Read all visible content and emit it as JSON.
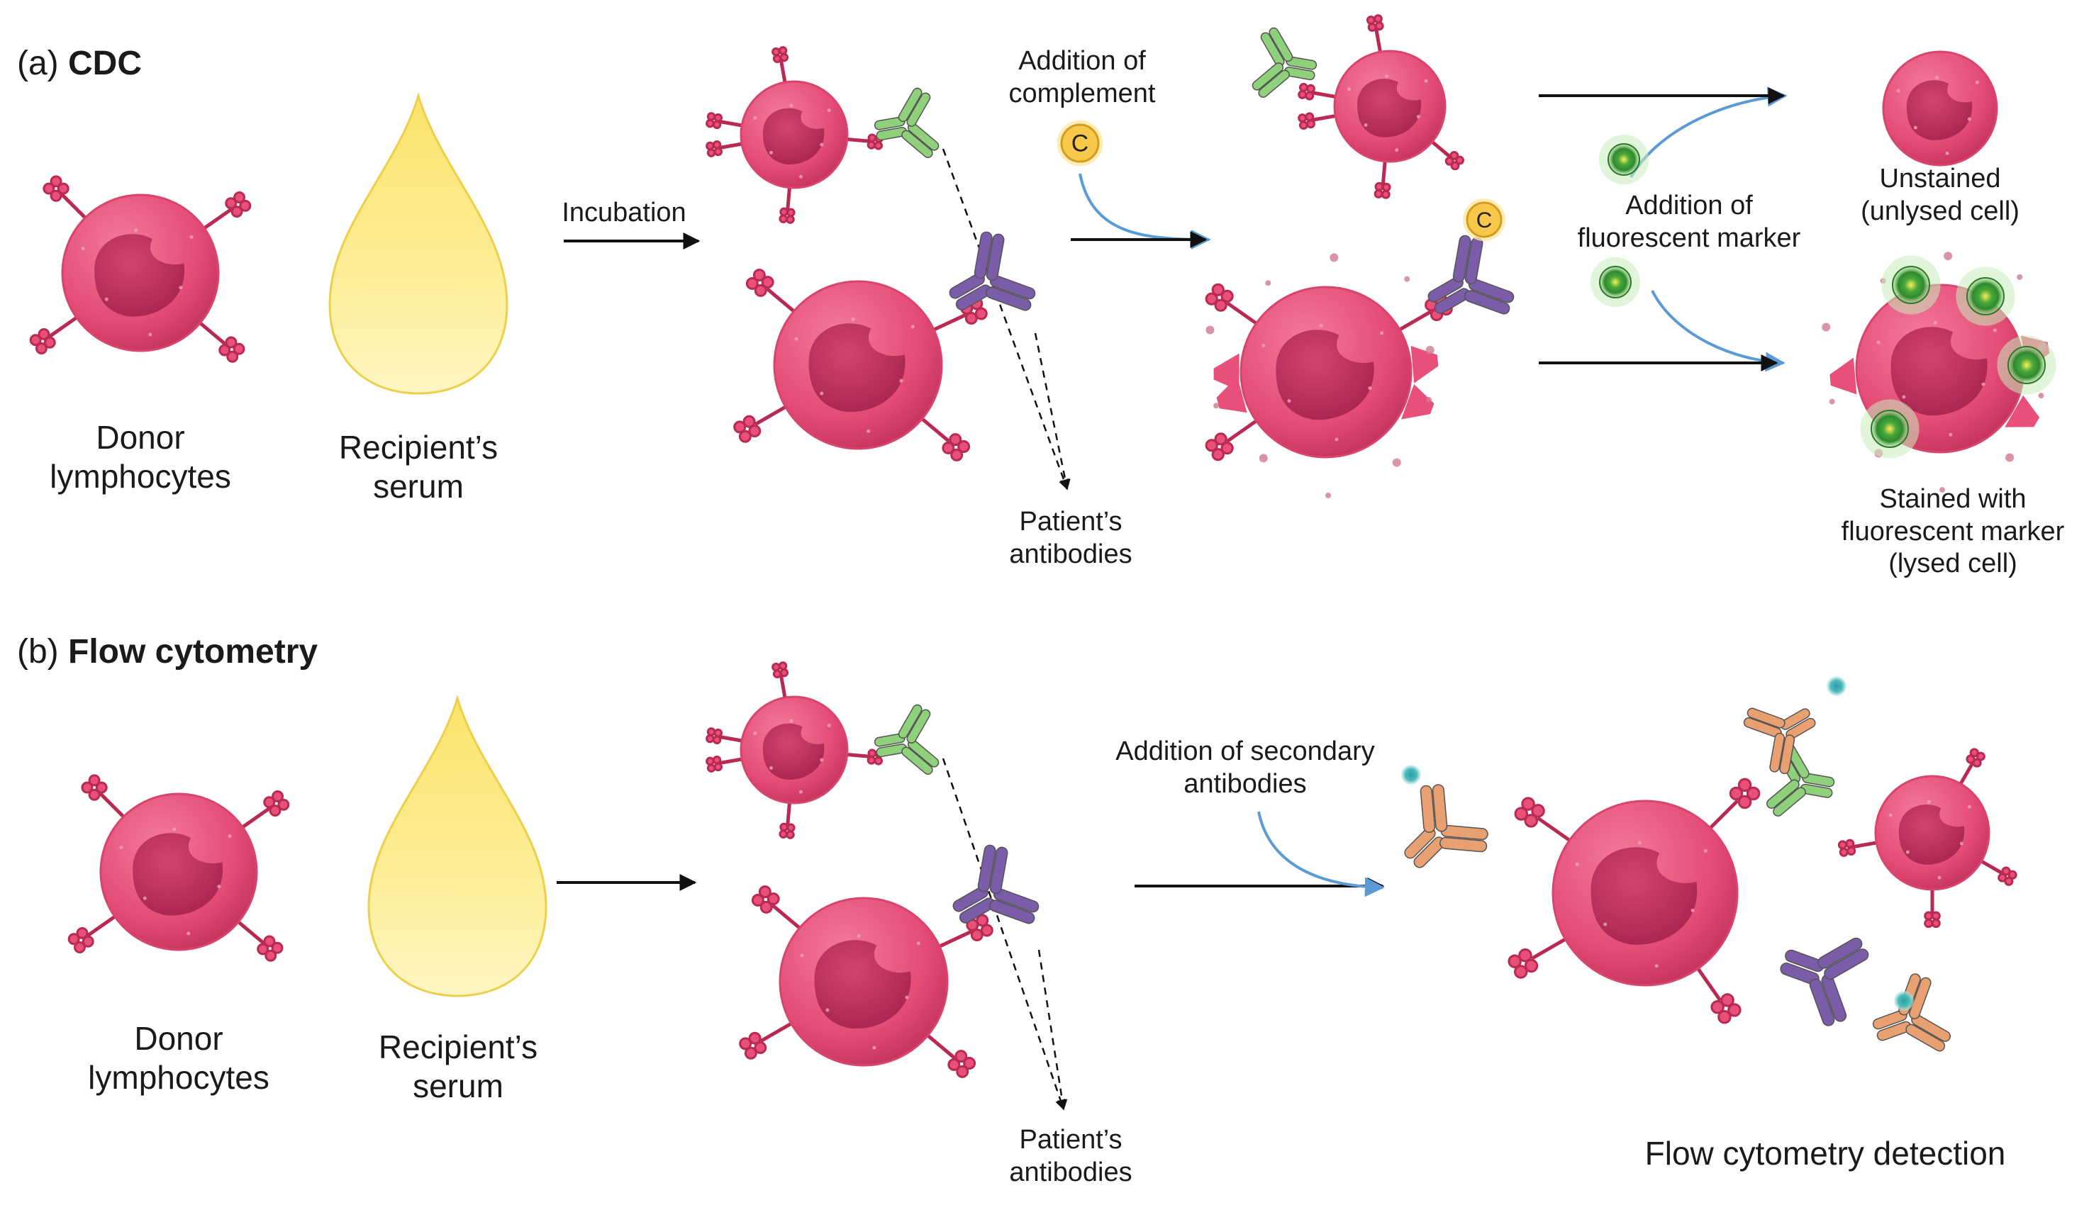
{
  "panel_a": {
    "prefix": "(a)",
    "title": "CDC",
    "donor_label": [
      "Donor",
      "lymphocytes"
    ],
    "serum_label": [
      "Recipient’s",
      "serum"
    ],
    "incubation_label": "Incubation",
    "complement_label": [
      "Addition of",
      "complement"
    ],
    "complement_symbol": "C",
    "antibodies_label": [
      "Patient’s",
      "antibodies"
    ],
    "marker_label": [
      "Addition of",
      "fluorescent marker"
    ],
    "unstained_label": [
      "Unstained",
      "(unlysed cell)"
    ],
    "stained_label": [
      "Stained with",
      "fluorescent marker",
      "(lysed cell)"
    ]
  },
  "panel_b": {
    "prefix": "(b)",
    "title": "Flow cytometry",
    "donor_label": [
      "Donor",
      "lymphocytes"
    ],
    "serum_label": [
      "Recipient’s",
      "serum"
    ],
    "secondary_label": [
      "Addition of secondary",
      "antibodies"
    ],
    "antibodies_label": [
      "Patient’s",
      "antibodies"
    ],
    "detection_label": "Flow cytometry detection"
  },
  "colors": {
    "cell": "#e8507a",
    "cell_dark": "#b82a52",
    "nucleus": "#c23560",
    "serum": "#fce86a",
    "antibody_green": "#8fd17a",
    "antibody_purple": "#7a5ca8",
    "antibody_orange": "#e8a070",
    "complement": "#f7c84a",
    "marker": "#3fa83a",
    "arrow_blue": "#5b9bd5"
  },
  "icons": [
    "lymphocyte-icon",
    "serum-drop-icon",
    "antibody-icon",
    "complement-icon",
    "fluorescent-marker-icon"
  ]
}
